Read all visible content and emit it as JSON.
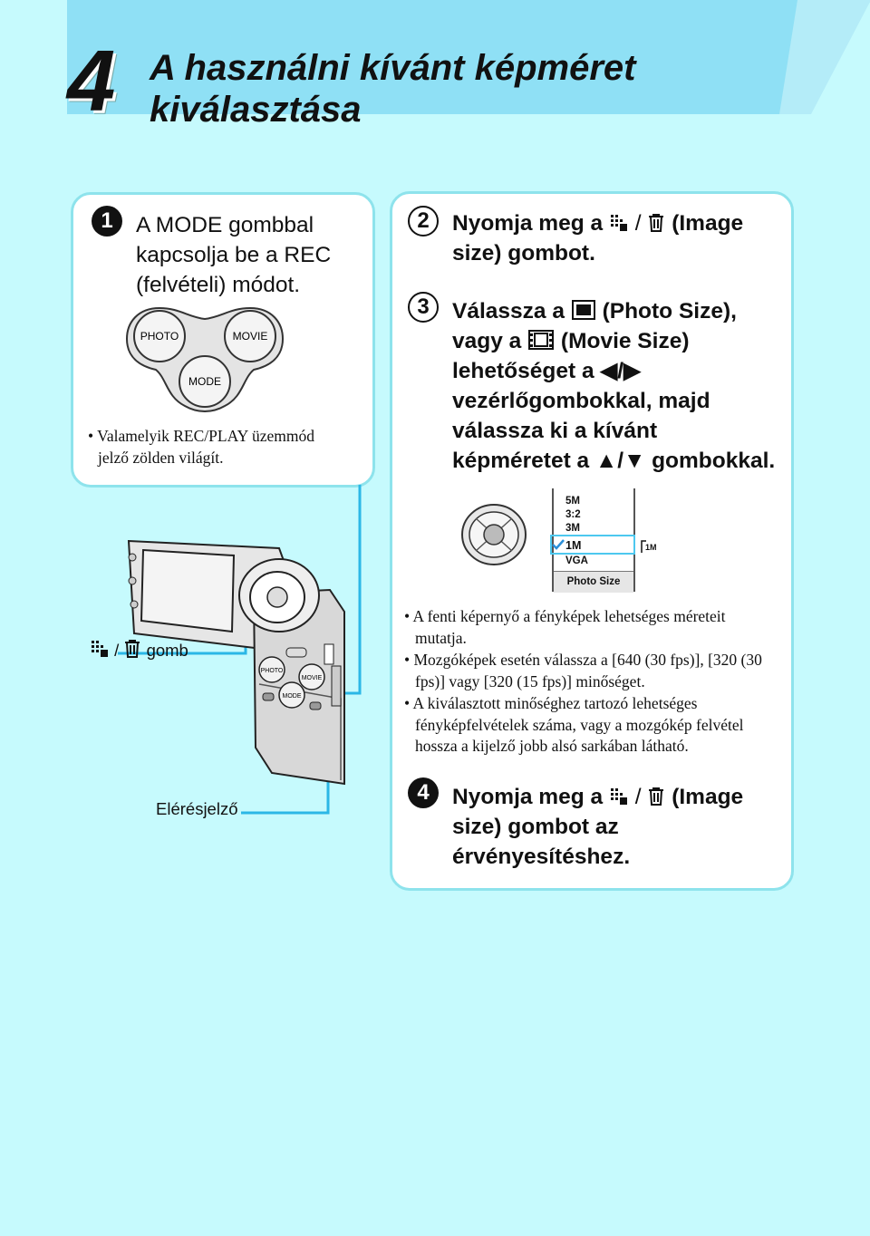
{
  "header": {
    "step_number": "4",
    "title_line1": "A használni kívánt képméret",
    "title_line2": "kiválasztása"
  },
  "colors": {
    "background": "#c6fafd",
    "banner": "#8fe0f5",
    "panel_border": "#8ee3ec",
    "callout_line": "#2bb7e6"
  },
  "step1": {
    "badge": "1",
    "lines": [
      "A MODE gombbal",
      "kapcsolja be a REC",
      "(felvételi) módot."
    ],
    "buttons": {
      "photo": "PHOTO",
      "movie": "MOVIE",
      "mode": "MODE"
    },
    "note_line1": "• Valamelyik REC/PLAY üzemmód",
    "note_line2": "jelző zölden világít."
  },
  "step2": {
    "badge": "2",
    "line1_before": "Nyomja meg a",
    "line1_after": "(Image",
    "line2": "size) gombot."
  },
  "step3": {
    "badge": "3",
    "line1_before": "Válassza a",
    "line1_after": "(Photo Size),",
    "line2_before": "vagy a",
    "line2_after": "(Movie Size)",
    "line3": "lehetőséget a ◀/▶",
    "line4": "vezérlőgombokkal, majd",
    "line5": "válassza ki a kívánt",
    "line6": "képméretet a ▲/▼ gombokkal."
  },
  "lcd_menu": {
    "items": [
      "5M",
      "3:2",
      "3M",
      "1M",
      "VGA"
    ],
    "selected": "1M",
    "footer": "Photo Size",
    "indicator": "1M"
  },
  "notes": [
    "• A fenti képernyő a fényképek lehetséges méreteit mutatja.",
    "• Mozgóképek esetén válassza a [640 (30 fps)], [320 (30 fps)] vagy [320 (15 fps)] minőséget.",
    "• A kiválasztott minőséghez tartozó lehetséges fényképfelvételek száma, vagy a mozgókép felvétel hossza a kijelző jobb alsó sarkában látható."
  ],
  "step4": {
    "badge": "4",
    "line1_before": "Nyomja meg a",
    "line1_after": "(Image",
    "line2": "size) gombot az",
    "line3": "érvényesítéshez."
  },
  "labels": {
    "button_label": "gomb",
    "access_lamp": "Elérésjelző"
  },
  "icons": [
    "image-size-icon",
    "trash-icon",
    "photo-size-icon",
    "movie-size-icon",
    "control-pad-icon",
    "camera-illustration"
  ]
}
